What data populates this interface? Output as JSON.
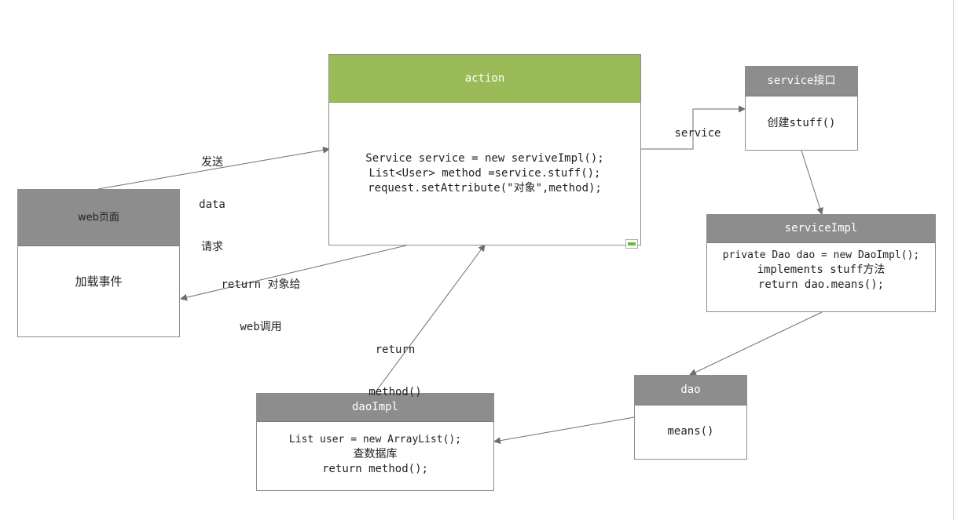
{
  "nodes": {
    "action": {
      "title": "action",
      "lines": [
        "Service service = new serviveImpl();",
        "List<User> method =service.stuff();",
        "request.setAttribute(\"对象\",method);"
      ]
    },
    "web_page": {
      "title": "web页面",
      "lines": [
        "加载事件"
      ]
    },
    "service_interface": {
      "title": "service接口",
      "lines": [
        "创建stuff()"
      ]
    },
    "service_impl": {
      "title": "serviceImpl",
      "lines": [
        "private Dao dao = new DaoImpl();",
        "implements stuff方法",
        "return dao.means();"
      ]
    },
    "dao": {
      "title": "dao",
      "lines": [
        "means()"
      ]
    },
    "dao_impl": {
      "title": "daoImpl",
      "lines": [
        "List user = new ArrayList();",
        "查数据库",
        "return method();"
      ]
    }
  },
  "edges": {
    "web_to_action": [
      "发送",
      "data",
      "请求"
    ],
    "action_to_web": [
      "return 对象给",
      "web调用"
    ],
    "action_to_service": [
      "service"
    ],
    "daoimpl_to_action": [
      "return",
      "method()"
    ]
  },
  "colors": {
    "header_gray": "#8d8d8d",
    "header_green": "#9bbb59",
    "border": "#8c8c8c",
    "arrow": "#6e6e6e"
  }
}
